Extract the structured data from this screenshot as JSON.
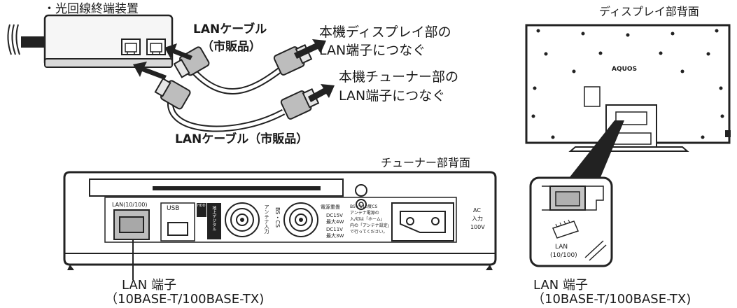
{
  "onu_label": "・光回線終端装置",
  "cable_top": {
    "line1": "LANケーブル",
    "line2": "（市販品）"
  },
  "cable_bottom": "LANケーブル（市販品）",
  "dest_display": {
    "line1": "本機ディスプレイ部の",
    "line2": "LAN端子につなぐ"
  },
  "dest_tuner": {
    "line1": "本機チューナー部の",
    "line2": "LAN端子につなぐ"
  },
  "display_back_title": "ディスプレイ部背面",
  "tuner_back_title": "チューナー部背面",
  "tv_brand": "AQUOS",
  "tuner_panel": {
    "lan": "LAN(10/100)",
    "usb": "USB",
    "hdd": "HDD",
    "terrestrial": "地上デジタル",
    "antenna_input": "アンテナ入力",
    "bs_cs": "BS・CS",
    "power_feed": "電源重畳",
    "dc15": "DC15V",
    "max4": "最大4W",
    "dc11": "DC11V",
    "max3": "最大3W",
    "note1": "BS・110度CS",
    "note2": "アンテナ電源の",
    "note3": "入/切は「ホーム」",
    "note4": "内の「アンテナ設定」",
    "note5": "で行ってください。",
    "ac1": "AC",
    "ac2": "入力",
    "ac3": "100V"
  },
  "zoom_lan1": "LAN",
  "zoom_lan2": "(10/100)",
  "terminal_left": {
    "line1": "LAN 端子",
    "line2": "（10BASE-T/100BASE-TX)"
  },
  "terminal_right": {
    "line1": "LAN 端子",
    "line2": "（10BASE-T/100BASE-TX)"
  }
}
